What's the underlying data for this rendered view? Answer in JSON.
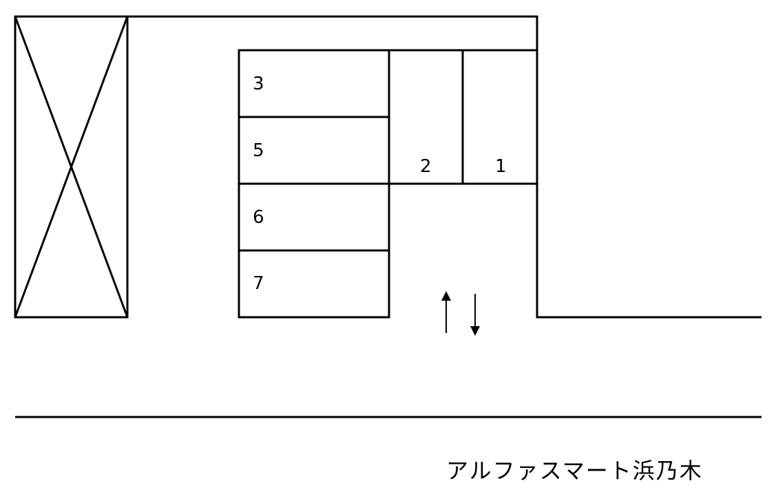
{
  "map": {
    "title": "アルファスマート浜乃木",
    "stroke_color": "#000000",
    "background_color": "#ffffff",
    "building": {
      "label": "",
      "type": "structure-x-box"
    },
    "parking_spaces": [
      {
        "number": "1"
      },
      {
        "number": "2"
      },
      {
        "number": "3"
      },
      {
        "number": "5"
      },
      {
        "number": "6"
      },
      {
        "number": "7"
      }
    ],
    "entrance": {
      "arrows": [
        "up-arrow",
        "down-arrow"
      ],
      "meaning": "in/out"
    }
  }
}
